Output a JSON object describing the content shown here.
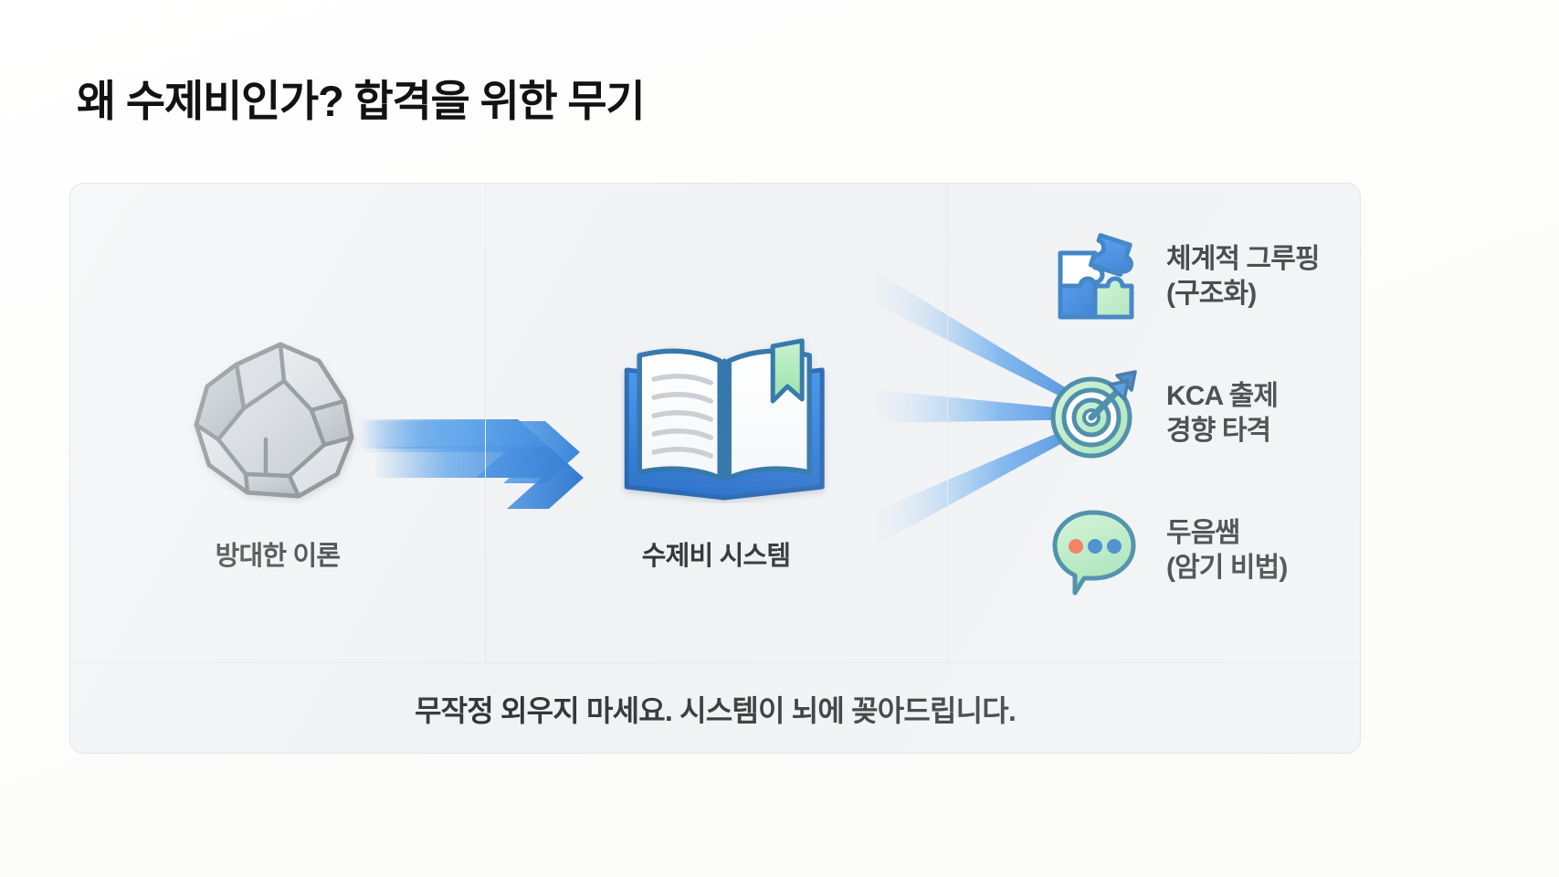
{
  "title": "왜 수제비인가? 합격을 위한 무기",
  "caption": "무작정 외우지 마세요. 시스템이 뇌에 꽂아드립니다.",
  "stages": {
    "input": {
      "label": "방대한 이론",
      "icon": "rock-icon"
    },
    "system": {
      "label": "수제비 시스템",
      "icon": "open-book-icon"
    },
    "flow": {
      "icon": "triple-chevron-arrow-icon"
    }
  },
  "outputs": [
    {
      "icon": "puzzle-pieces-icon",
      "line1": "체계적 그루핑",
      "line2": "(구조화)"
    },
    {
      "icon": "target-arrow-icon",
      "line1": "KCA 출제",
      "line2": "경향 타격"
    },
    {
      "icon": "speech-bubble-icon",
      "line1": "두음쌤",
      "line2": "(암기 비법)"
    }
  ],
  "colors": {
    "accent_blue": "#1878dc",
    "deep_blue": "#1565c8",
    "mint_green": "#a8e6b4",
    "teal_outline": "#1b6f93",
    "rock_grey": "#b9bfc5",
    "panel_bg": "#eef0f2",
    "text_dark": "#121212",
    "dot_orange": "#ef5b33"
  }
}
